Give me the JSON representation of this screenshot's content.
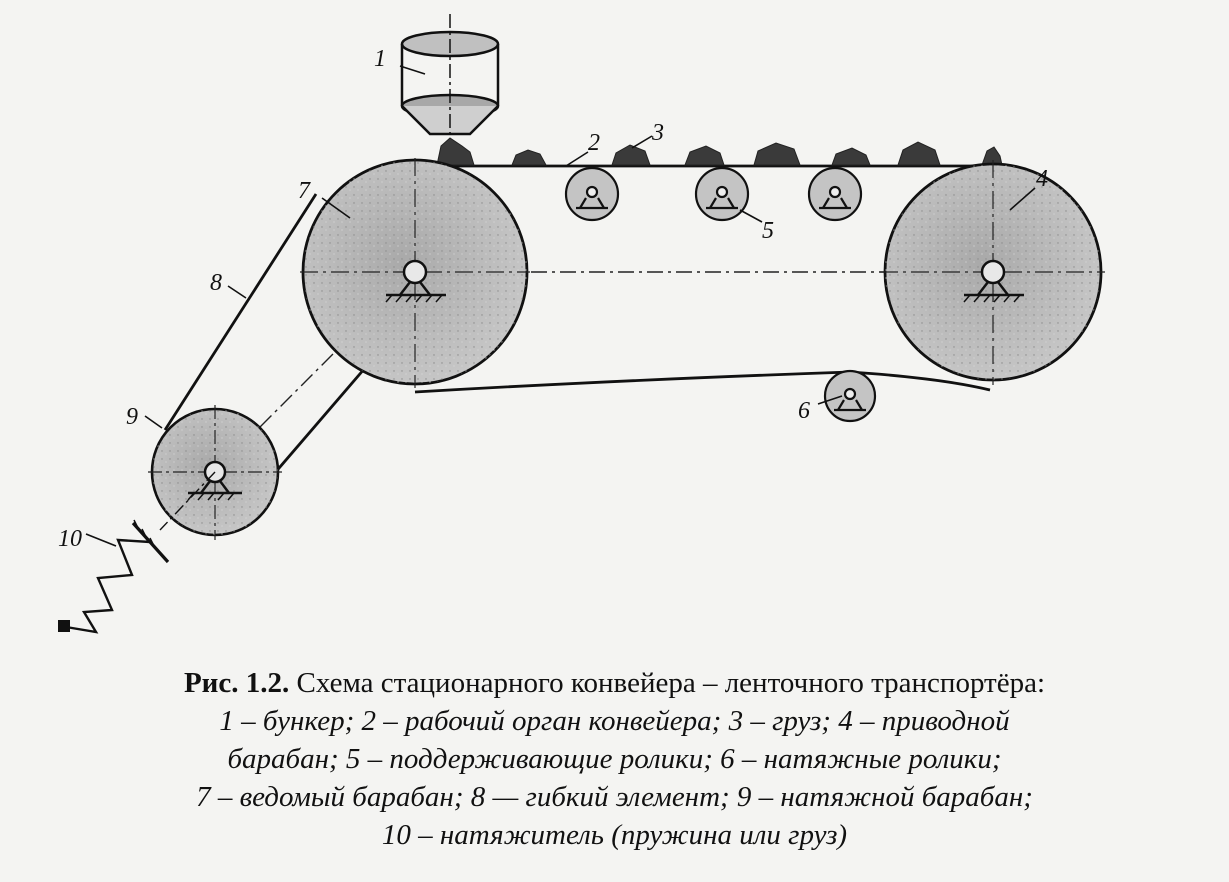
{
  "labels": {
    "l1": "1",
    "l2": "2",
    "l3": "3",
    "l4": "4",
    "l5": "5",
    "l6": "6",
    "l7": "7",
    "l8": "8",
    "l9": "9",
    "l10": "10"
  },
  "caption": {
    "fig_number": "Рис. 1.2.",
    "title": "Схема стационарного конвейера – ленточного транспортёра:",
    "lines": [
      "1 – бункер; 2 – рабочий орган конвейера; 3 – груз; 4 – приводной",
      "барабан; 5 – поддерживающие ролики; 6 – натяжные ролики;",
      "7 – ведомый барабан; 8 — гибкий элемент; 9 – натяжной барабан;",
      "10 – натяжитель (пружина или груз)"
    ]
  },
  "colors": {
    "drum_fill": "#b9b9b9",
    "roller_fill": "#c4c4c4",
    "cargo_fill": "#3a3a3a",
    "line": "#111111"
  }
}
